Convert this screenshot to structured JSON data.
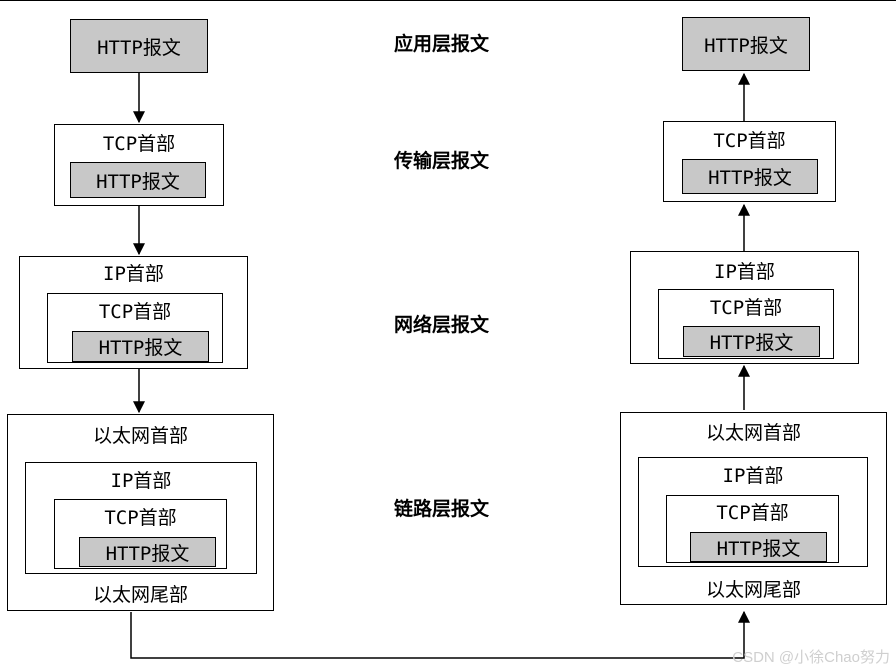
{
  "labels": {
    "http": "HTTP报文",
    "tcp_header": "TCP首部",
    "ip_header": "IP首部",
    "eth_header": "以太网首部",
    "eth_trailer": "以太网尾部"
  },
  "layers": {
    "application": "应用层报文",
    "transport": "传输层报文",
    "network": "网络层报文",
    "link": "链路层报文"
  },
  "watermark": "CSDN @小徐Chao努力"
}
